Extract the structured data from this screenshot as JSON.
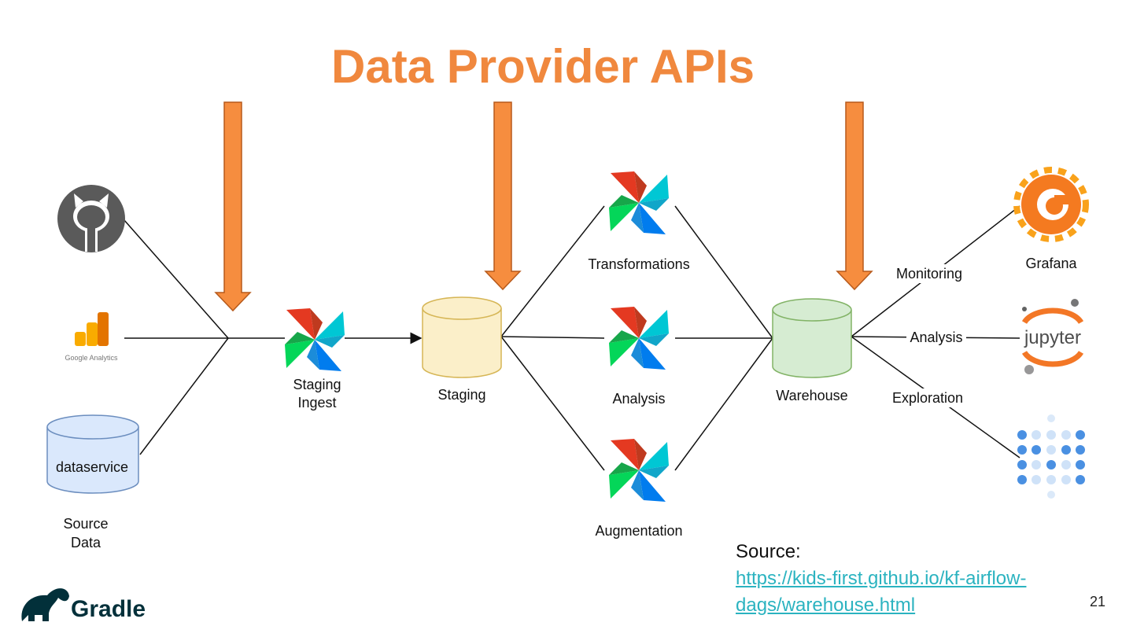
{
  "title": "Data Provider APIs",
  "sources": {
    "ga_label": "Google Analytics",
    "db_label": "dataservice",
    "caption_line1": "Source",
    "caption_line2": "Data"
  },
  "ingest": {
    "line1": "Staging",
    "line2": "Ingest"
  },
  "staging": {
    "label": "Staging"
  },
  "processes": [
    "Transformations",
    "Analysis",
    "Augmentation"
  ],
  "warehouse": {
    "label": "Warehouse"
  },
  "edges_out": [
    "Monitoring",
    "Analysis",
    "Exploration"
  ],
  "tools": {
    "grafana": "Grafana",
    "jupyter": "jupyter"
  },
  "source_note": {
    "label": "Source:",
    "link_line1": "https://kids-first.github.io/kf-airflow-",
    "link_line2": "dags/warehouse.html"
  },
  "page_number": "21",
  "brand": "Gradle",
  "colors": {
    "accent": "#f0883e",
    "staging_db": "#fbefc9",
    "warehouse_db": "#d6ecd2",
    "source_db": "#dae8fc",
    "link": "#2bb3c0"
  }
}
